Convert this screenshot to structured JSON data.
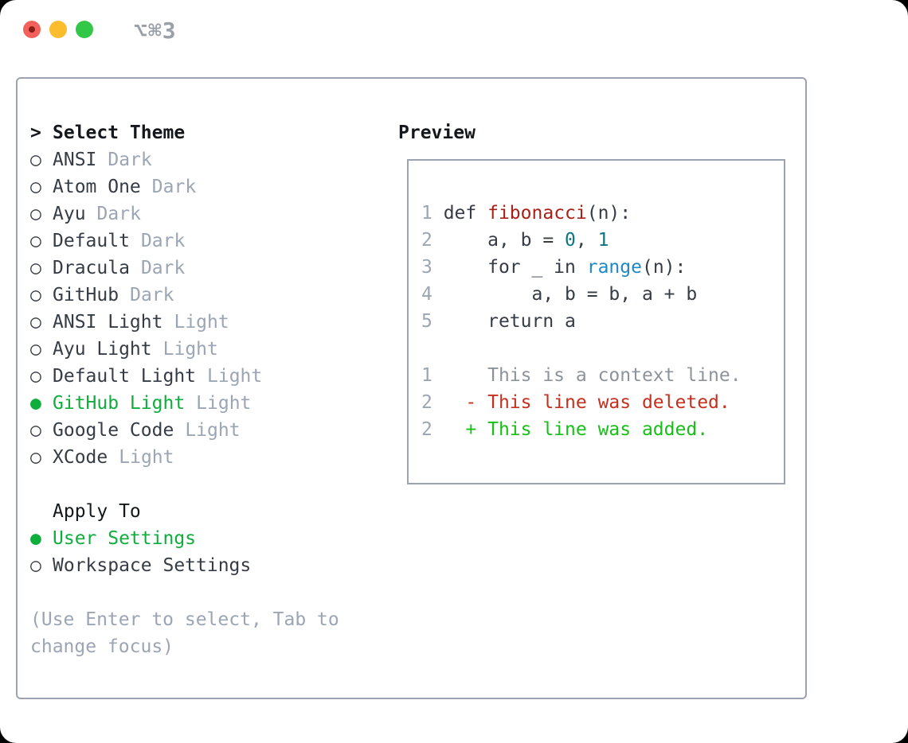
{
  "window": {
    "title": "⌥⌘3",
    "traffic_lights": [
      "close-red",
      "minimize-yellow",
      "zoom-green"
    ]
  },
  "markers": {
    "unselected": "○",
    "selected": "●",
    "header": ">"
  },
  "theme_panel": {
    "header_marker": ">",
    "header": "Select Theme",
    "themes": [
      {
        "name": "ANSI",
        "variant": "Dark",
        "selected": false
      },
      {
        "name": "Atom One",
        "variant": "Dark",
        "selected": false
      },
      {
        "name": "Ayu",
        "variant": "Dark",
        "selected": false
      },
      {
        "name": "Default",
        "variant": "Dark",
        "selected": false
      },
      {
        "name": "Dracula",
        "variant": "Dark",
        "selected": false
      },
      {
        "name": "GitHub",
        "variant": "Dark",
        "selected": false
      },
      {
        "name": "ANSI Light",
        "variant": "Light",
        "selected": false
      },
      {
        "name": "Ayu Light",
        "variant": "Light",
        "selected": false
      },
      {
        "name": "Default Light",
        "variant": "Light",
        "selected": false
      },
      {
        "name": "GitHub Light",
        "variant": "Light",
        "selected": true
      },
      {
        "name": "Google Code",
        "variant": "Light",
        "selected": false
      },
      {
        "name": "XCode",
        "variant": "Light",
        "selected": false
      }
    ],
    "apply_to": {
      "header": "Apply To",
      "options": [
        {
          "label": "User Settings",
          "selected": true
        },
        {
          "label": "Workspace Settings",
          "selected": false
        }
      ]
    },
    "hint_lines": [
      "(Use Enter to select, Tab to",
      "change focus)"
    ]
  },
  "preview": {
    "title": "Preview",
    "code_lines": [
      [
        {
          "c": "ln",
          "t": "1"
        },
        {
          "c": "tx",
          "t": " def "
        },
        {
          "c": "fn",
          "t": "fibonacci"
        },
        {
          "c": "tx",
          "t": "(n):"
        }
      ],
      [
        {
          "c": "ln",
          "t": "2"
        },
        {
          "c": "tx",
          "t": "     a, b = "
        },
        {
          "c": "cn",
          "t": "0"
        },
        {
          "c": "tx",
          "t": ", "
        },
        {
          "c": "cn",
          "t": "1"
        }
      ],
      [
        {
          "c": "ln",
          "t": "3"
        },
        {
          "c": "tx",
          "t": "     for _ in "
        },
        {
          "c": "bi",
          "t": "range"
        },
        {
          "c": "tx",
          "t": "(n):"
        }
      ],
      [
        {
          "c": "ln",
          "t": "4"
        },
        {
          "c": "tx",
          "t": "         a, b = b, a + b"
        }
      ],
      [
        {
          "c": "ln",
          "t": "5"
        },
        {
          "c": "tx",
          "t": "     return a"
        }
      ],
      [],
      [
        {
          "c": "ln",
          "t": "1"
        },
        {
          "c": "ctx",
          "t": "     This is a context line."
        }
      ],
      [
        {
          "c": "ln",
          "t": "2"
        },
        {
          "c": "del",
          "t": "   - This line was deleted."
        }
      ],
      [
        {
          "c": "ln",
          "t": "2"
        },
        {
          "c": "add",
          "t": "   + This line was added."
        }
      ]
    ]
  },
  "colors": {
    "accent_green": "#0ead3c",
    "diff_add": "#16c016",
    "diff_del": "#c52f1d",
    "func_red": "#a82117",
    "num_teal": "#0d7680",
    "builtin_blue": "#1f88c7",
    "text_dark": "#363c45",
    "muted": "#9ba5b4",
    "context_gray": "#8d939b",
    "heading": "#14181c",
    "border_gray": "#9aa3af",
    "tl_red": "#f4605a",
    "tl_yellow": "#fbbd2e",
    "tl_green": "#33c748",
    "title_gray": "#9aa0a8"
  }
}
